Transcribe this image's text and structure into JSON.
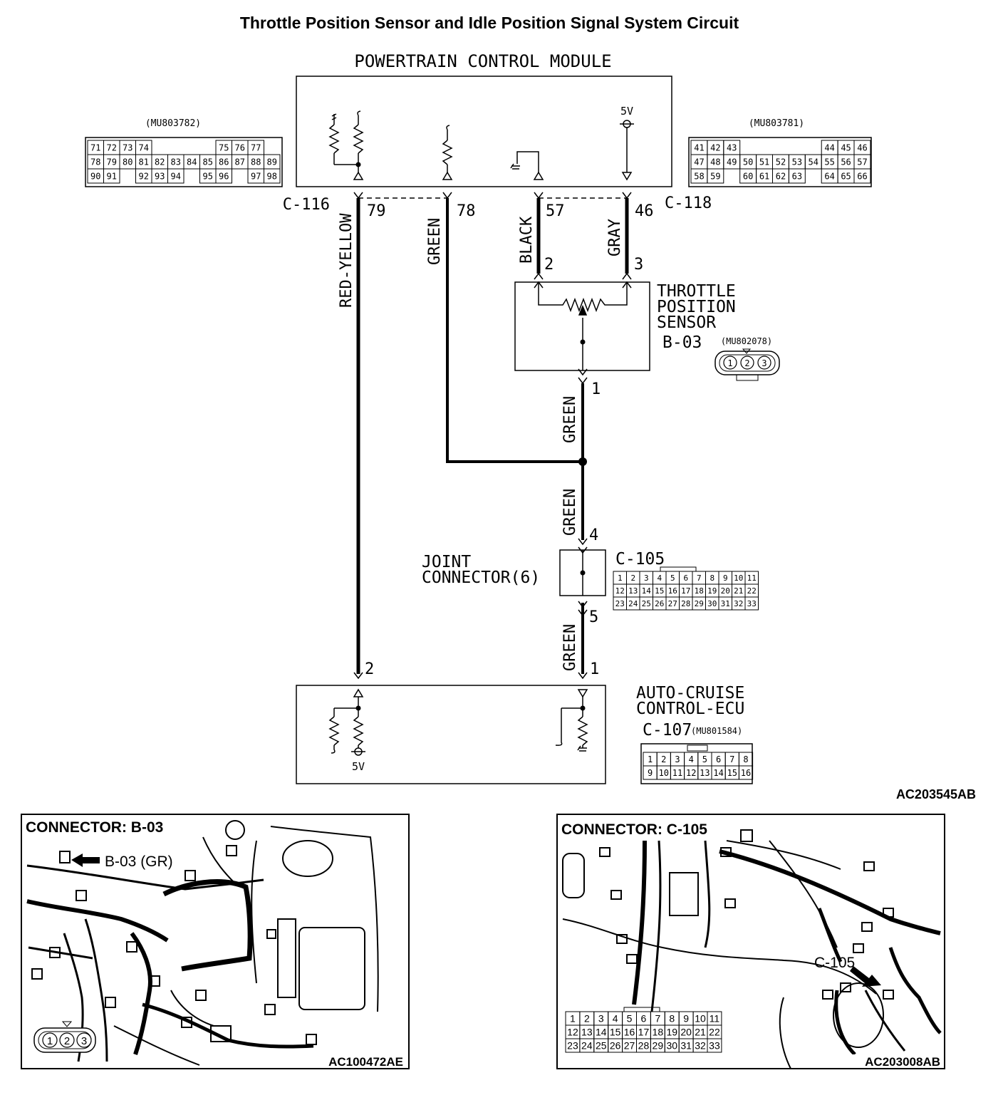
{
  "title": "Throttle Position Sensor and Idle Position Signal System Circuit",
  "pcm": {
    "label": "POWERTRAIN CONTROL MODULE",
    "connector_left_part": "(MU803782)",
    "connector_right_part": "(MU803781)",
    "conn_left_id": "C-116",
    "conn_right_id": "C-118",
    "supply": "5V",
    "left_pins": [
      [
        "71",
        "72",
        "73",
        "74",
        "",
        "",
        "",
        "",
        "75",
        "76",
        "77"
      ],
      [
        "78",
        "79",
        "80",
        "81",
        "82",
        "83",
        "84",
        "85",
        "86",
        "87",
        "88",
        "89"
      ],
      [
        "90",
        "91",
        "",
        "92",
        "93",
        "94",
        "",
        "95",
        "96",
        "",
        "97",
        "98"
      ]
    ],
    "right_pins": [
      [
        "41",
        "42",
        "43",
        "",
        "",
        "",
        "",
        "",
        "44",
        "45",
        "46"
      ],
      [
        "47",
        "48",
        "49",
        "50",
        "51",
        "52",
        "53",
        "54",
        "55",
        "56",
        "57"
      ],
      [
        "58",
        "59",
        "",
        "60",
        "61",
        "62",
        "63",
        "",
        "64",
        "65",
        "66"
      ]
    ]
  },
  "wires": {
    "red_yellow": "RED-YELLOW",
    "green": "GREEN",
    "black": "BLACK",
    "gray": "GRAY"
  },
  "pins": {
    "p79": "79",
    "p78": "78",
    "p57": "57",
    "p46": "46",
    "tps2": "2",
    "tps3": "3",
    "tps1": "1",
    "jc4": "4",
    "jc5": "5",
    "ecu2": "2",
    "ecu1": "1"
  },
  "tps": {
    "label1": "THROTTLE",
    "label2": "POSITION",
    "label3": "SENSOR",
    "id": "B-03",
    "part": "(MU802078)",
    "pins": [
      "1",
      "2",
      "3"
    ]
  },
  "joint": {
    "label1": "JOINT",
    "label2": "CONNECTOR(6)",
    "id": "C-105",
    "pins": [
      [
        "1",
        "2",
        "3",
        "4",
        "5",
        "6",
        "7",
        "8",
        "9",
        "10",
        "11"
      ],
      [
        "12",
        "13",
        "14",
        "15",
        "16",
        "17",
        "18",
        "19",
        "20",
        "21",
        "22"
      ],
      [
        "23",
        "24",
        "25",
        "26",
        "27",
        "28",
        "29",
        "30",
        "31",
        "32",
        "33"
      ]
    ]
  },
  "ecu": {
    "label1": "AUTO-CRUISE",
    "label2": "CONTROL-ECU",
    "id": "C-107",
    "part": "(MU801584)",
    "supply": "5V",
    "pins": [
      [
        "1",
        "2",
        "3",
        "4",
        "5",
        "6",
        "7",
        "8"
      ],
      [
        "9",
        "10",
        "11",
        "12",
        "13",
        "14",
        "15",
        "16"
      ]
    ]
  },
  "ref_main": "AC203545AB",
  "panel_b03": {
    "title": "CONNECTOR: B-03",
    "callout": "B-03 (GR)",
    "pins": [
      "1",
      "2",
      "3"
    ],
    "ref": "AC100472AE"
  },
  "panel_c105": {
    "title": "CONNECTOR: C-105",
    "callout": "C-105",
    "pins": [
      [
        "1",
        "2",
        "3",
        "4",
        "5",
        "6",
        "7",
        "8",
        "9",
        "10",
        "11"
      ],
      [
        "12",
        "13",
        "14",
        "15",
        "16",
        "17",
        "18",
        "19",
        "20",
        "21",
        "22"
      ],
      [
        "23",
        "24",
        "25",
        "26",
        "27",
        "28",
        "29",
        "30",
        "31",
        "32",
        "33"
      ]
    ],
    "ref": "AC203008AB"
  }
}
